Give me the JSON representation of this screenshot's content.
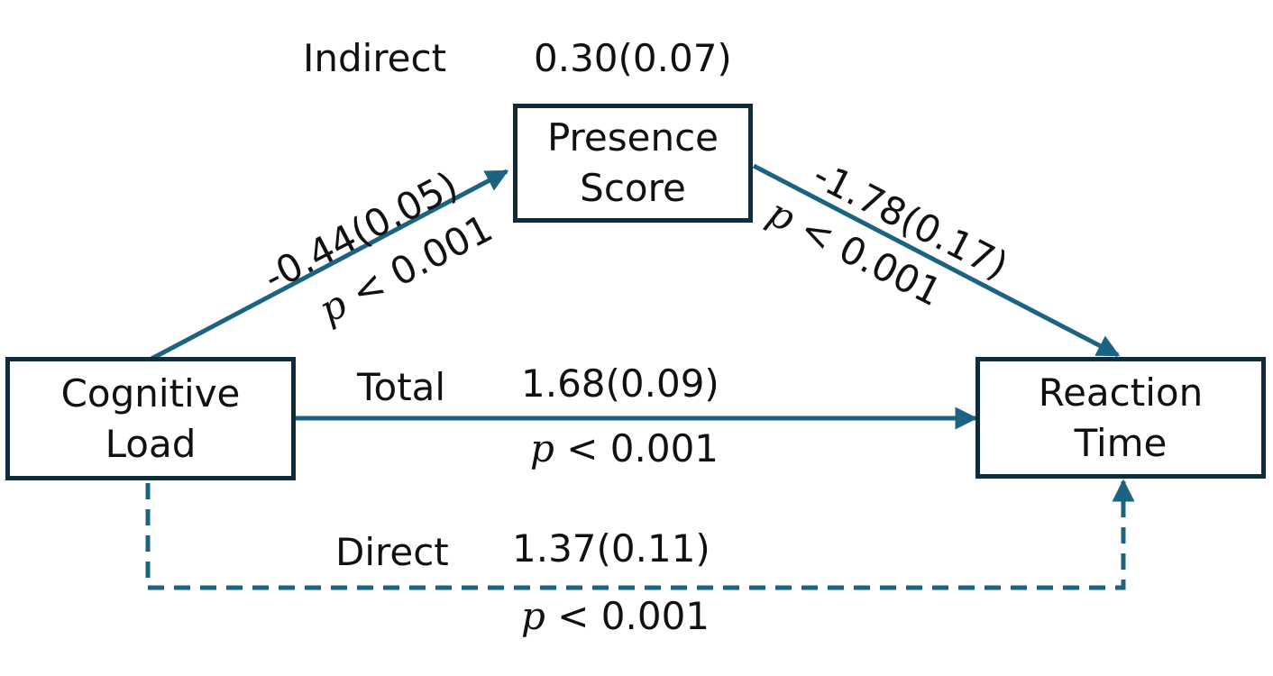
{
  "nodes": {
    "presence": {
      "line1": "Presence",
      "line2": "Score"
    },
    "cognitive": {
      "line1": "Cognitive",
      "line2": "Load"
    },
    "reaction": {
      "line1": "Reaction",
      "line2": "Time"
    }
  },
  "indirect": {
    "label": "Indirect",
    "value": "0.30(0.07)"
  },
  "path_a": {
    "value": "-0.44(0.05)",
    "p_symbol": "p",
    "p_rest": " < 0.001"
  },
  "path_b": {
    "value": "-1.78(0.17)",
    "p_symbol": "p",
    "p_rest": " < 0.001"
  },
  "total": {
    "label": "Total",
    "value": "1.68(0.09)",
    "p_symbol": "p",
    "p_rest": " < 0.001"
  },
  "direct": {
    "label": "Direct",
    "value": "1.37(0.11)",
    "p_symbol": "p",
    "p_rest": " < 0.001"
  },
  "colors": {
    "arrow": "#1b6383",
    "box_border": "#0f2c3a",
    "text": "#111111"
  }
}
